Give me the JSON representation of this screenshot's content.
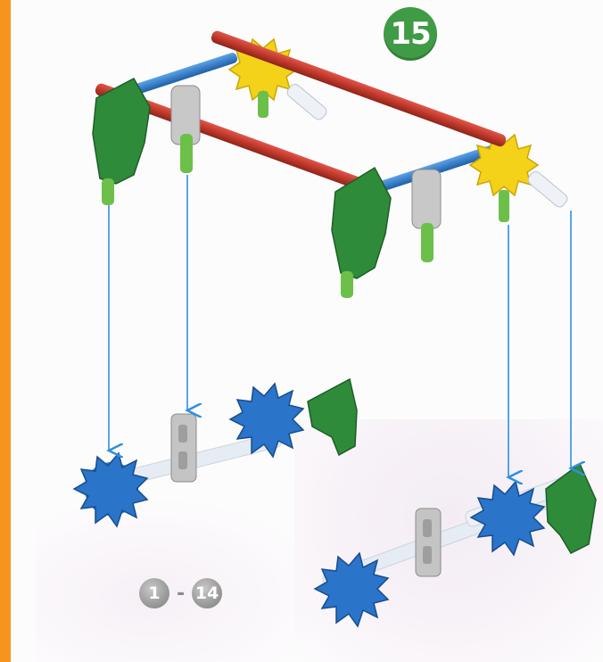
{
  "step": {
    "number": "15"
  },
  "range": {
    "from": "1",
    "separator": "-",
    "to": "14"
  },
  "colors": {
    "step_badge": "#3f9b45",
    "rod_red": "#c0392b",
    "rod_blue": "#2f7fd1",
    "rod_white": "#e6ecf3",
    "connector_green": "#2e8b3a",
    "connector_blue": "#2a74c9",
    "connector_yellow": "#f4d21a",
    "connector_gray": "#bdbdbd",
    "arrow": "#2f8fe0",
    "orange_edge": "#f7941d"
  }
}
